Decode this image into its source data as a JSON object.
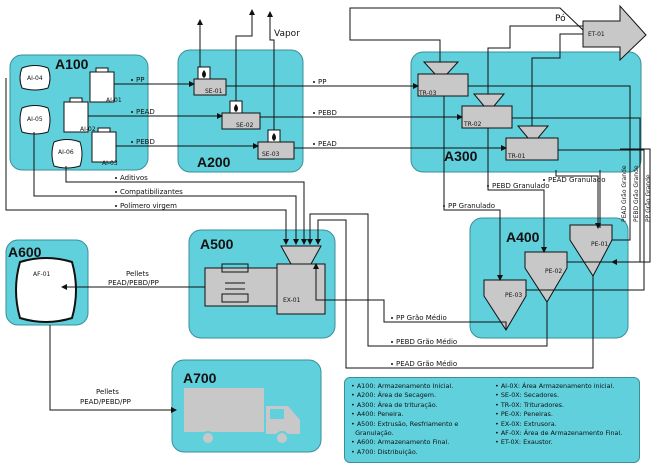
{
  "areas": {
    "a100": "A100",
    "a200": "A200",
    "a300": "A300",
    "a400": "A400",
    "a500": "A500",
    "a600": "A600",
    "a700": "A700"
  },
  "equipment": {
    "ai04": "AI-04",
    "ai05": "AI-05",
    "ai06": "AI-06",
    "ai01": "AI-01",
    "ai02": "AI-02",
    "ai03": "AI-03",
    "se01": "SE-01",
    "se02": "SE-02",
    "se03": "SE-03",
    "tr01": "TR-01",
    "tr02": "TR-02",
    "tr03": "TR-03",
    "pe01": "PE-01",
    "pe02": "PE-02",
    "pe03": "PE-03",
    "ex01": "EX-01",
    "af01": "AF-01",
    "et01": "ET-01"
  },
  "stream_labels": {
    "vapor": "Vapor",
    "po": "Pó",
    "pp_a": "PP",
    "pead_a": "PEAD",
    "pebd_a": "PEBD",
    "pp_b": "PP",
    "pebd_b": "PEBD",
    "pead_b": "PEAD",
    "aditivos": "Aditivos",
    "compat": "Compatibilizantes",
    "polimero": "Polímero virgem",
    "pead_granulado": "PEAD Granulado",
    "pebd_granulado": "PEBD Granulado",
    "pp_granulado": "PP Granulado",
    "pead_grao_grande": "PEAD Grão Grande",
    "pebd_grao_grande": "PEBD Grão Grande",
    "pp_grao_grande": "PP Grão Grande",
    "pp_grao_medio": "PP Grão Médio",
    "pebd_grao_medio": "PEBD Grão Médio",
    "pead_grao_medio": "PEAD Grão Médio",
    "pellets_1a": "Pellets",
    "pellets_1b": "PEAD/PEBD/PP",
    "pellets_2a": "Pellets",
    "pellets_2b": "PEAD/PEBD/PP"
  },
  "legend": {
    "left": [
      "A100: Armazenamento Inicial.",
      "A200: Área de Secagem.",
      "A300: Área de trituração.",
      "A400: Peneira.",
      "A500: Extrusão, Resfriamento e",
      "Granulação.",
      "A600: Armazenamento Final.",
      "A700: Distribuição."
    ],
    "right": [
      "AI-0X: Área Armazenamento inicial.",
      "SE-0X: Secadores.",
      "TR-0X: Trituradores.",
      "PE-0X: Peneiras.",
      "EX-0X: Extrusora.",
      "AF-0X: Área de Armazenamento Final.",
      "ET-0X: Exaustor."
    ]
  },
  "colors": {
    "area_fill": "#5fd0dc",
    "area_stroke": "#3a8f99",
    "equipment_fill": "#c8c8c8",
    "line": "#111111"
  }
}
